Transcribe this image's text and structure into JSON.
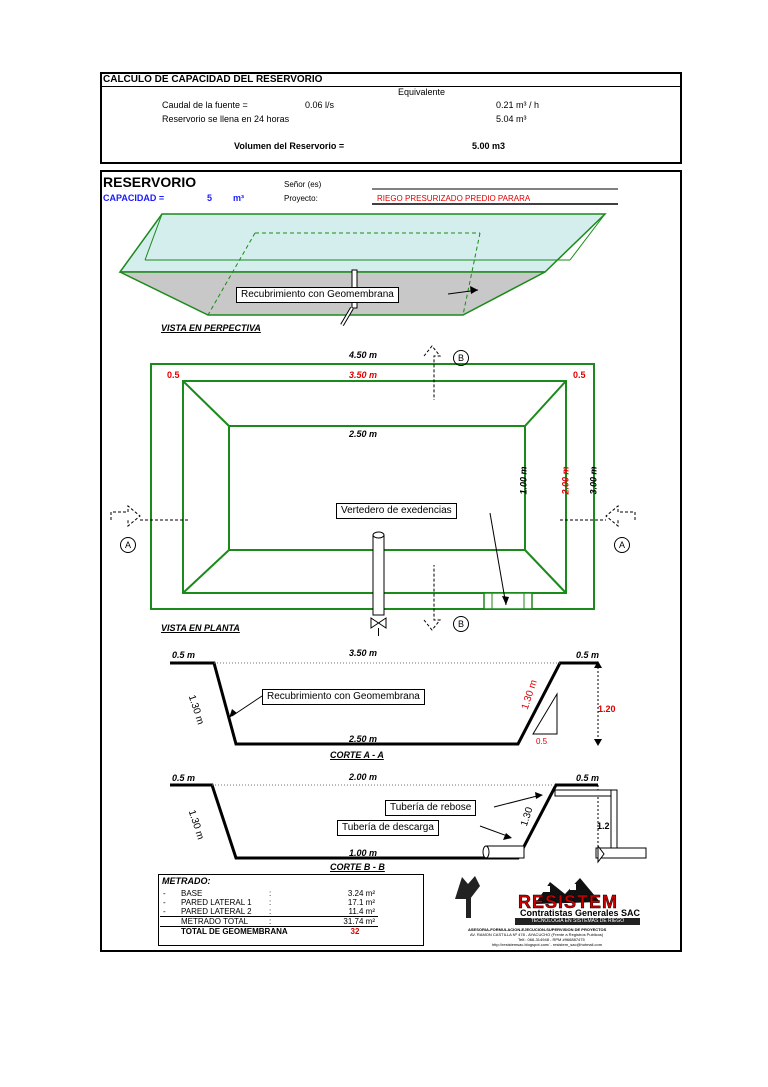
{
  "header": {
    "title": "CALCULO DE CAPACIDAD DEL RESERVORIO",
    "equivalente_label": "Equivalente",
    "caudal_label": "Caudal de la fuente =",
    "caudal_value": "0.06 l/s",
    "caudal_equiv": "0.21 m³ / h",
    "llena_label": "Reservorio se llena en 24 horas",
    "llena_equiv": "5.04 m³",
    "volumen_label": "Volumen del Reservorio =",
    "volumen_value": "5.00 m3"
  },
  "reservorio": {
    "title": "RESERVORIO",
    "capacidad_label": "CAPACIDAD =",
    "capacidad_value": "5",
    "capacidad_unit": "m³",
    "senor_label": "Señor (es)",
    "proyecto_label": "Proyecto:",
    "proyecto_value": "RIEGO PRESURIZADO PREDIO PARARA"
  },
  "perspectiva": {
    "callout": "Recubrimiento con Geomembrana",
    "caption": "VISTA EN PERPECTIVA"
  },
  "planta": {
    "dim_outer_top": "4.50 m",
    "dim_inner_top": "3.50 m",
    "dim_base": "2.50 m",
    "dim_left": "0.5",
    "dim_right": "0.5",
    "dim_v1": "1.00 m",
    "dim_v2": "2.00 m",
    "dim_v3": "3.00 m",
    "vertedero": "Vertedero de exedencias",
    "sec_a": "A",
    "sec_b": "B",
    "caption": "VISTA EN PLANTA"
  },
  "corte_a": {
    "left_top": "0.5 m",
    "top": "3.50 m",
    "right_top": "0.5 m",
    "slope_left": "1.30 m",
    "slope_right": "1.30 m",
    "callout": "Recubrimiento con Geomembrana",
    "height": "1.20",
    "run": "0.5",
    "base": "2.50 m",
    "caption": "CORTE A - A"
  },
  "corte_b": {
    "left_top": "0.5 m",
    "top": "2.00 m",
    "right_top": "0.5 m",
    "slope_left": "1.30 m",
    "slope_right": "1.30",
    "rebose": "Tubería de rebose",
    "descarga": "Tubería de descarga",
    "height": "1.2",
    "base": "1.00 m",
    "caption": "CORTE B - B"
  },
  "metrado": {
    "title": "METRADO:",
    "rows": [
      {
        "bullet": "-",
        "label": "BASE",
        "colon": ":",
        "value": "3.24 m²"
      },
      {
        "bullet": "-",
        "label": "PARED LATERAL 1",
        "colon": ":",
        "value": "17.1 m²"
      },
      {
        "bullet": "-",
        "label": "PARED LATERAL 2",
        "colon": ":",
        "value": "11.4 m²"
      },
      {
        "bullet": "",
        "label": "METRADO TOTAL",
        "colon": ":",
        "value": "31.74 m²"
      }
    ],
    "total_label": "TOTAL DE GEOMEMBRANA",
    "total_value": "32"
  },
  "logo": {
    "name": "RESISTEM",
    "subtitle": "Contratistas Generales SAC",
    "band": "TECNOLOGIA EN SISTEMAS DE RIEGO",
    "line1": "ASESORIA-FORMULACION-EJECUCION-SUPERVISION DE PROYECTOS",
    "line2": "AV. RAMON CASTILLA Nº 478 - AYACUCHO (Frente a Registros Publicos)",
    "line3": "Telf.: 066-314948 - RPM #966887475",
    "line4": "http://resistemsac.blogspot.com/ - resistem_sac@hotmail.com"
  },
  "colors": {
    "green": "#1a8a1a",
    "red": "#e00000",
    "blue": "#1a1aff"
  }
}
